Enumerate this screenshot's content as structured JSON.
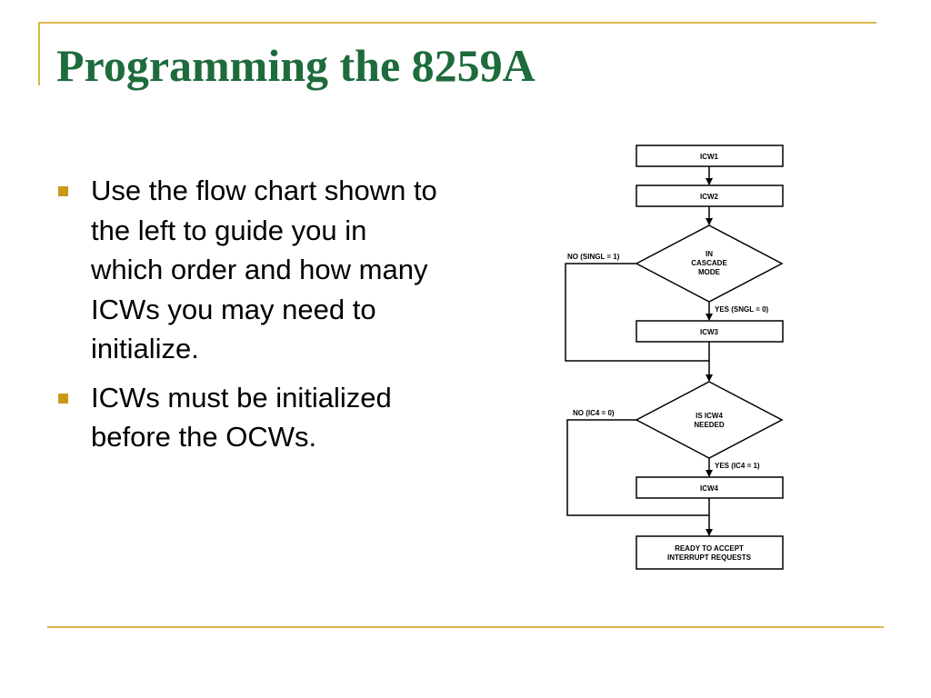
{
  "slide": {
    "title": "Programming the 8259A",
    "bullets": [
      "Use the flow chart shown to the left to guide you in which order and how many ICWs you may need to initialize.",
      "ICWs must be initialized before the OCWs."
    ],
    "colors": {
      "title": "#1e6b3c",
      "accent_rule": "#d9b54a",
      "bullet_marker": "#c99a1a"
    }
  },
  "flowchart": {
    "icw1": "ICW1",
    "icw2": "ICW2",
    "decision1": [
      "IN",
      "CASCADE",
      "MODE"
    ],
    "no1": "NO (SINGL = 1)",
    "yes1": "YES (SNGL = 0)",
    "icw3": "ICW3",
    "decision2": [
      "IS ICW4",
      "NEEDED"
    ],
    "no2": "NO (IC4 = 0)",
    "yes2": "YES (IC4 = 1)",
    "icw4": "ICW4",
    "ready": [
      "READY TO ACCEPT",
      "INTERRUPT REQUESTS"
    ]
  }
}
